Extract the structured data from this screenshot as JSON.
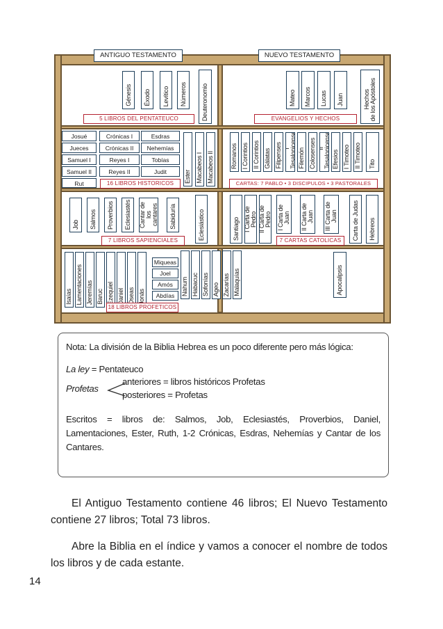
{
  "headers": {
    "at": "ANTIGUO TESTAMENTO",
    "nt": "NUEVO TESTAMENTO"
  },
  "pentateuco": {
    "books": [
      "Génesis",
      "Éxodo",
      "Levítico",
      "Números",
      "Deuteronomio"
    ],
    "label": "5 LIBROS DEL PENTATEUCO"
  },
  "evangelios": {
    "books": [
      "Mateo",
      "Marcos",
      "Lucas",
      "Juan",
      "Hechos\nde los Apóstoles"
    ],
    "label": "EVANGELIOS Y HECHOS"
  },
  "historicos": {
    "col1": [
      "Josué",
      "Jueces",
      "Samuel I",
      "Samuel II",
      "Rut"
    ],
    "col2": [
      "Crónicas I",
      "Crónicas II",
      "Reyes I",
      "Reyes II"
    ],
    "col3": [
      "Esdras",
      "Nehemías",
      "Tobías",
      "Judit"
    ],
    "vertical": [
      "Ester",
      "Macabeos I",
      "Macabeos II"
    ],
    "label": "16 LIBROS HISTORICOS"
  },
  "cartas_pablo": {
    "books": [
      "Romanos",
      "I Corintios",
      "II Corintios",
      "Gálatas",
      "Filipenses",
      "I Tesalonicenses",
      "Filemón",
      "Colosenses",
      "II Tesalonicenses",
      "Efesios",
      "I Timoteo",
      "II Timoteo",
      "Tito"
    ],
    "label": "CARTAS: 7 PABLO • 3 DISCIPULOS • 3 PASTORALES"
  },
  "sapienciales": {
    "books": [
      "Job",
      "Salmos",
      "Proverbios",
      "Eclesiastés",
      "Cantar de\nlos cantares",
      "Sabiduría",
      "Eclesiástico"
    ],
    "label": "7 LIBROS SAPIENCIALES"
  },
  "catolicas": {
    "books": [
      "Santiago",
      "I Carta de Pedro",
      "II Carta de Pedro",
      "I Carta de\nJuan",
      "II Carta de\nJuan",
      "III Carta de\nJuan",
      "Carta de Judas",
      "Hebreos"
    ],
    "label": "7 CARTAS CATOLICAS"
  },
  "profeticos": {
    "left": [
      "Isaías",
      "Lamentaciones",
      "Jeremías",
      "Baruc",
      "Ezequiel",
      "Daniel",
      "Oseas",
      "Jonás"
    ],
    "stack": [
      "Miqueas",
      "Joel",
      "Amós",
      "Abdías"
    ],
    "right": [
      "Nahum",
      "Habacuc",
      "Sofonías",
      "Ageo",
      "Zacarías",
      "Malaquías"
    ],
    "label": "18 LIBROS PROFETICOS"
  },
  "apocalipsis": "Apocalipsis",
  "note": {
    "line1": "Nota: La división de la Biblia Hebrea es un poco diferente pero más lógica:",
    "ley_term": "La ley",
    "ley_def": " = Pentateuco",
    "profetas_term": "Profetas",
    "anteriores": "anteriores = libros históricos Profetas",
    "posteriores": "posteriores = Profetas",
    "escritos": "Escritos = libros de: Salmos, Job, Eclesiastés, Proverbios, Daniel, Lamentaciones, Ester, Ruth, 1-2 Crónicas, Esdras, Nehemías y Cantar de los Cantares."
  },
  "paragraph1": "El Antiguo Testamento contiene 46 libros; El Nuevo Testamento contiene 27 libros; Total 73 libros.",
  "paragraph2": "Abre la Biblia en el índice y vamos a conocer el nombre de todos los libros y de cada estante.",
  "page_number": "14"
}
